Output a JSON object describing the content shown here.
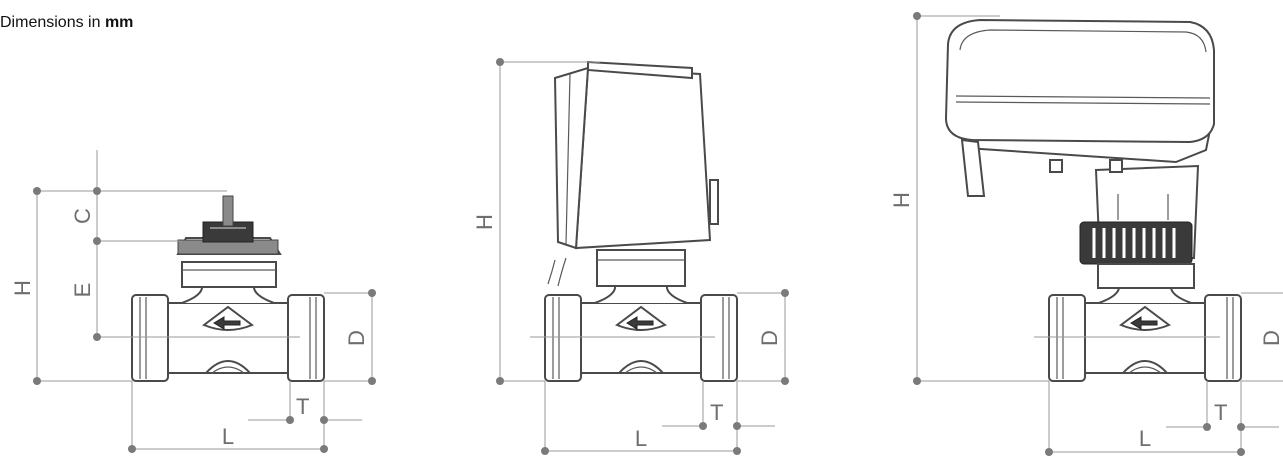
{
  "caption": {
    "prefix": "Dimensions in ",
    "unit": "mm"
  },
  "views": [
    {
      "labels": {
        "H": "H",
        "C": "C",
        "E": "E",
        "D": "D",
        "T": "T",
        "L": "L"
      }
    },
    {
      "labels": {
        "H": "H",
        "D": "D",
        "T": "T",
        "L": "L"
      }
    },
    {
      "labels": {
        "H": "H",
        "D": "D",
        "T": "T",
        "L": "L"
      }
    }
  ]
}
